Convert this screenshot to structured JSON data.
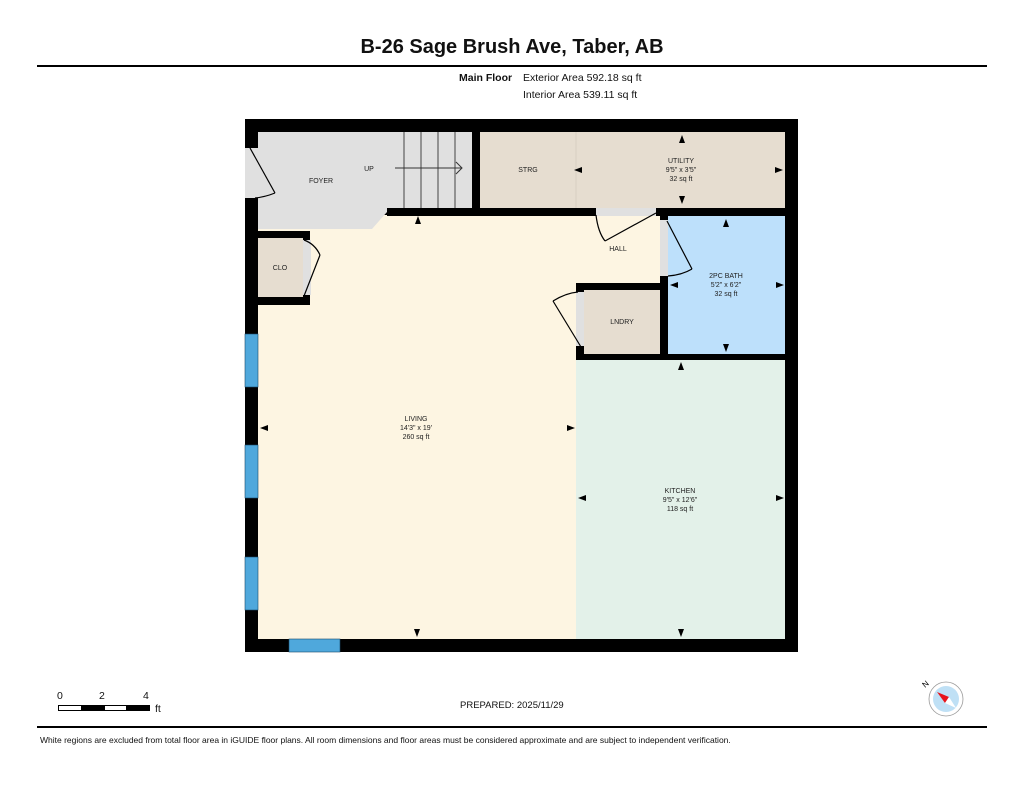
{
  "header": {
    "title": "B-26 Sage Brush Ave, Taber, AB"
  },
  "floor_summary": {
    "floor_name": "Main Floor",
    "exterior_area": "Exterior Area 592.18 sq ft",
    "interior_area": "Interior Area 539.11 sq ft"
  },
  "rooms": {
    "foyer": {
      "name": "FOYER",
      "color": "#e0e0e0"
    },
    "stairs": {
      "label": "UP"
    },
    "clo": {
      "name": "CLO",
      "color": "#e6ddd0"
    },
    "strg": {
      "name": "STRG",
      "color": "#e6ddd0"
    },
    "utility": {
      "name": "UTILITY",
      "dims": "9'5\" x 3'5\"",
      "area": "32 sq ft",
      "color": "#e6ddd0"
    },
    "hall": {
      "name": "HALL"
    },
    "bath": {
      "name": "2PC BATH",
      "dims": "5'2\" x 6'2\"",
      "area": "32 sq ft",
      "color": "#bde0fb"
    },
    "lndry": {
      "name": "LNDRY",
      "color": "#e6ddd0"
    },
    "living": {
      "name": "LIVING",
      "dims": "14'3\" x 19'",
      "area": "260 sq ft",
      "color": "#fdf5e2"
    },
    "kitchen": {
      "name": "KITCHEN",
      "dims": "9'5\" x 12'6\"",
      "area": "118 sq ft",
      "color": "#e3f1e9"
    }
  },
  "scale": {
    "ticks": [
      "0",
      "2",
      "4"
    ],
    "unit": "ft"
  },
  "footer": {
    "prepared": "PREPARED: 2025/11/29",
    "disclaimer": "White regions are excluded from total floor area in iGUIDE floor plans. All room dimensions and floor areas must be considered approximate and are subject to independent verification."
  },
  "colors": {
    "wall": "#000000",
    "window": "#4fa8dc",
    "compass_red": "#e8141b",
    "compass_blue": "#bfe0f5"
  }
}
